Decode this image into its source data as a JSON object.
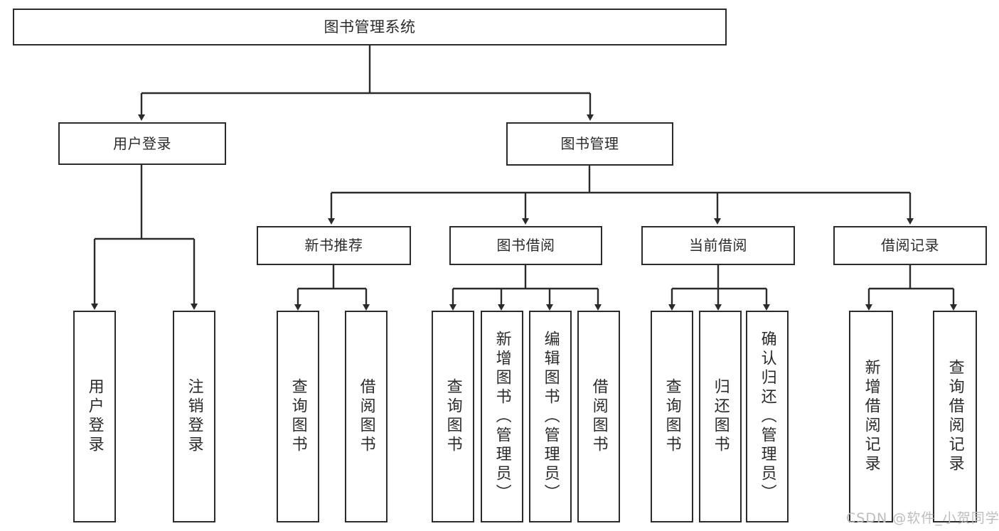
{
  "diagram": {
    "type": "tree-hierarchy",
    "title": "图书管理系统",
    "root": {
      "label": "图书管理系统"
    },
    "level2": [
      {
        "label": "用户登录"
      },
      {
        "label": "图书管理"
      }
    ],
    "level3": [
      {
        "label": "新书推荐"
      },
      {
        "label": "图书借阅"
      },
      {
        "label": "当前借阅"
      },
      {
        "label": "借阅记录"
      }
    ],
    "leaves": {
      "user_login": [
        {
          "label": "用户登录"
        },
        {
          "label": "注销登录"
        }
      ],
      "new_book_recommend": [
        {
          "label": "查询图书"
        },
        {
          "label": "借阅图书"
        }
      ],
      "book_borrow": [
        {
          "label": "查询图书"
        },
        {
          "label": "新增图书（管理员）"
        },
        {
          "label": "编辑图书（管理员）"
        },
        {
          "label": "借阅图书"
        }
      ],
      "current_borrow": [
        {
          "label": "查询图书"
        },
        {
          "label": "归还图书"
        },
        {
          "label": "确认归还（管理员）"
        }
      ],
      "borrow_record": [
        {
          "label": "新增借阅记录"
        },
        {
          "label": "查询借阅记录"
        }
      ]
    }
  },
  "watermark": {
    "text": "CSDN @软件_小贺同学"
  },
  "colors": {
    "stroke": "#2b2b2b",
    "background": "#ffffff",
    "text": "#2b2b2b",
    "watermark": "#bdbdbd"
  }
}
